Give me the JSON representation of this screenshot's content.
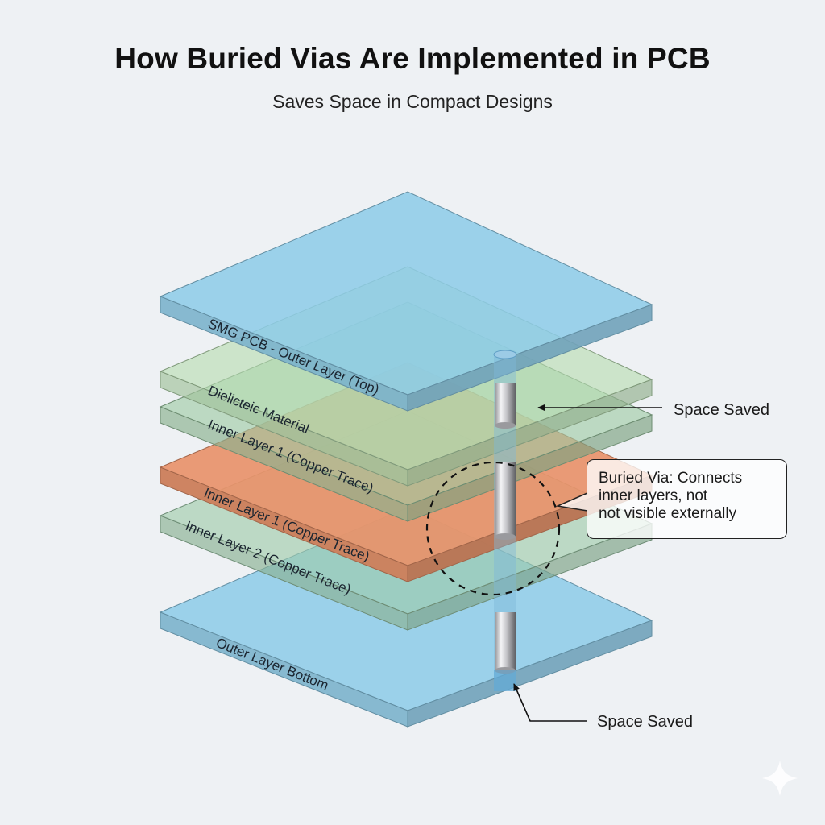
{
  "header": {
    "title": "How Buried Vias Are Implemented in PCB",
    "subtitle": "Saves Space in Compact Designs"
  },
  "layers": [
    {
      "id": "outer-top",
      "label": "SMG PCB - Outer Layer (Top)",
      "color": "#8ccbe8",
      "kind": "outer"
    },
    {
      "id": "dielectric",
      "label": "Dielicteic Material",
      "color": "#b7dcb0",
      "kind": "dielectric"
    },
    {
      "id": "inner-1a",
      "label": "Inner Layer 1 (Copper Trace)",
      "color": "#9dcaa3",
      "kind": "inner"
    },
    {
      "id": "inner-1b",
      "label": "Inner Layer 1 (Copper Trace)",
      "color": "#e8926a",
      "kind": "copper"
    },
    {
      "id": "inner-2",
      "label": "Inner Layer 2 (Copper Trace)",
      "color": "#9dcaa8",
      "kind": "inner"
    },
    {
      "id": "outer-bottom",
      "label": "Outer Layer Bottom",
      "color": "#8ccbe8",
      "kind": "outer"
    }
  ],
  "annotations": {
    "space_saved_top": "Space Saved",
    "space_saved_bottom": "Space Saved",
    "callout_lines": [
      "Buried Via: Connects",
      "inner layers, not",
      "not visible externally"
    ]
  },
  "icons": {
    "watermark": "sparkle-icon"
  }
}
